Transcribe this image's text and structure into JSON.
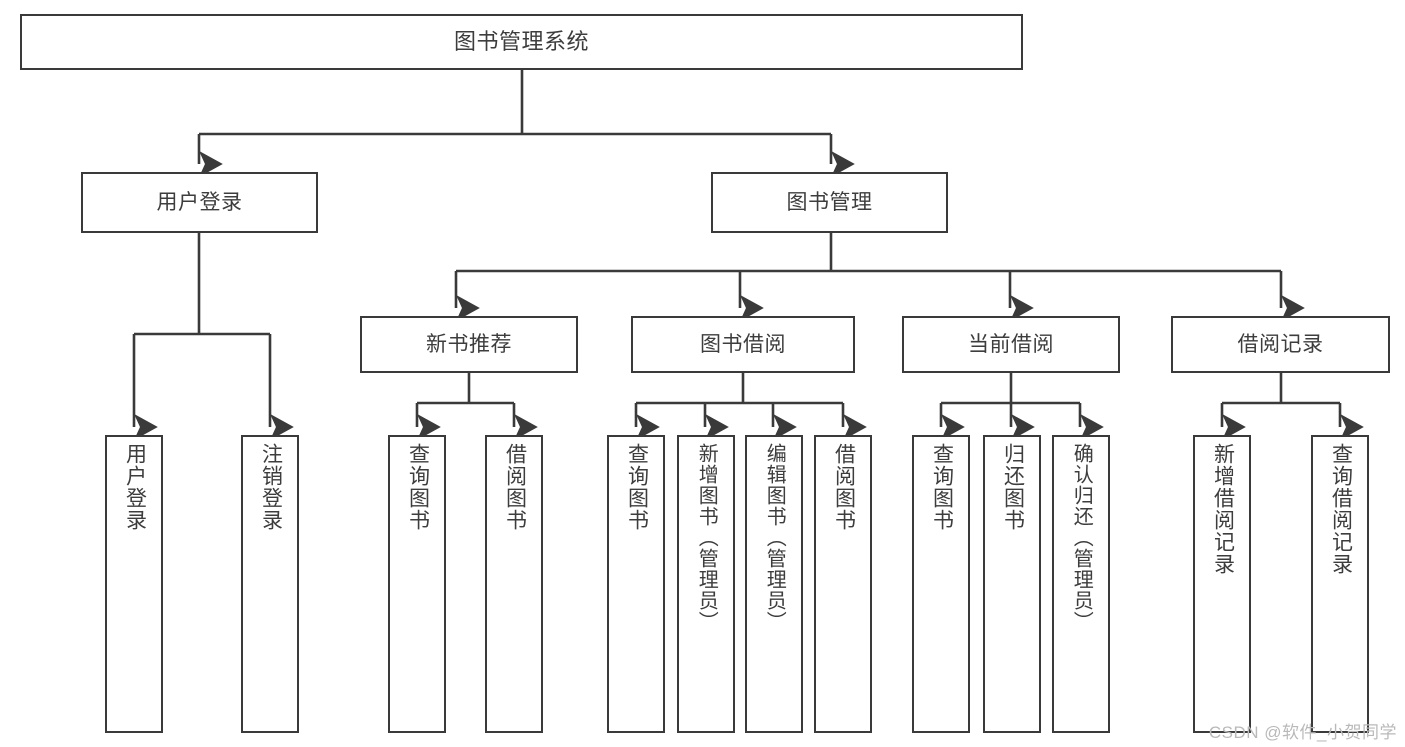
{
  "diagram": {
    "type": "tree-hierarchy",
    "title": "图书管理系统",
    "watermark": "CSDN @软件_小贺同学",
    "colors": {
      "stroke": "#3a3a3a",
      "text": "#3d3d3d",
      "background": "#ffffff",
      "watermark": "#b9b9b9"
    },
    "nodes": {
      "root": {
        "label": "图书管理系统"
      },
      "level1": [
        {
          "id": "user-login",
          "label": "用户登录"
        },
        {
          "id": "book-manage",
          "label": "图书管理"
        }
      ],
      "level2": [
        {
          "id": "new-book-recommend",
          "label": "新书推荐"
        },
        {
          "id": "book-borrow",
          "label": "图书借阅"
        },
        {
          "id": "current-borrow",
          "label": "当前借阅"
        },
        {
          "id": "borrow-record",
          "label": "借阅记录"
        }
      ],
      "leaves": {
        "user_login": [
          {
            "id": "leaf-user-login",
            "label": "用户登录"
          },
          {
            "id": "leaf-logout-login",
            "label": "注销登录"
          }
        ],
        "new_book_recommend": [
          {
            "id": "leaf-query-book-1",
            "label": "查询图书"
          },
          {
            "id": "leaf-borrow-book-1",
            "label": "借阅图书"
          }
        ],
        "book_borrow": [
          {
            "id": "leaf-query-book-2",
            "label": "查询图书"
          },
          {
            "id": "leaf-add-book-admin",
            "label": "新增图书（管理员）"
          },
          {
            "id": "leaf-edit-book-admin",
            "label": "编辑图书（管理员）"
          },
          {
            "id": "leaf-borrow-book-2",
            "label": "借阅图书"
          }
        ],
        "current_borrow": [
          {
            "id": "leaf-query-book-3",
            "label": "查询图书"
          },
          {
            "id": "leaf-return-book",
            "label": "归还图书"
          },
          {
            "id": "leaf-confirm-return-admin",
            "label": "确认归还（管理员）"
          }
        ],
        "borrow_record": [
          {
            "id": "leaf-add-borrow-record",
            "label": "新增借阅记录"
          },
          {
            "id": "leaf-query-borrow-record",
            "label": "查询借阅记录"
          }
        ]
      }
    }
  }
}
